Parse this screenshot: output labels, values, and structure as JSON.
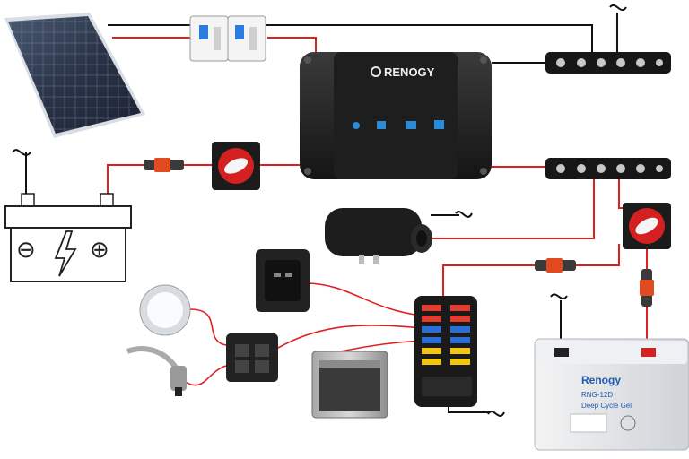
{
  "diagram": {
    "controller": {
      "brand": "RENOGY"
    },
    "battery_left": {
      "minus_symbol": "⊖",
      "plus_symbol": "⊕"
    },
    "battery_right": {
      "brand": "Renogy",
      "model": "RNG-12D",
      "line": "Deep Cycle Gel"
    },
    "colors": {
      "positive_wire": "#e02020",
      "negative_wire": "#111111",
      "device_body": "#1b1b1b",
      "controller_body": "#232323",
      "switch_red": "#d42020",
      "fuse_blue": "#2a6ed8",
      "fuse_yellow": "#f2c511",
      "fuse_red": "#e33b2e"
    },
    "icons": [
      "solar-panel-icon",
      "breaker-icon",
      "charge-controller-icon",
      "busbar-icon",
      "lead-acid-battery-icon",
      "battery-switch-icon",
      "inline-fuse-icon",
      "diesel-heater-icon",
      "usb-socket-icon",
      "fuse-box-icon",
      "led-light-icon",
      "water-pump-icon",
      "switch-panel-icon",
      "fridge-icon",
      "ground-symbol-icon"
    ]
  }
}
